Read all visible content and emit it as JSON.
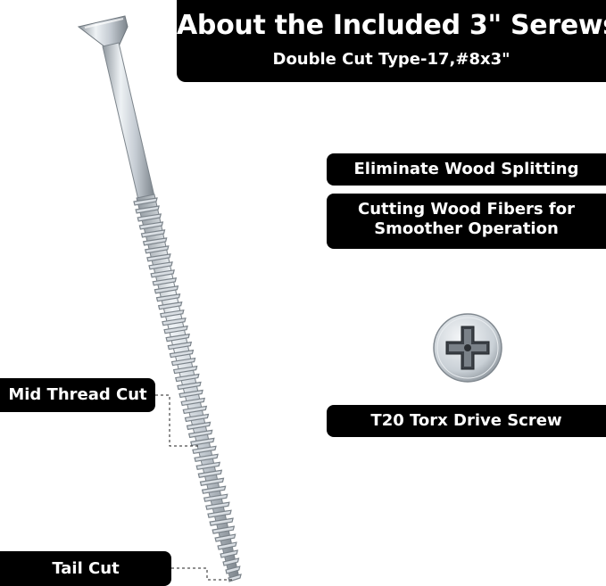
{
  "header": {
    "title": "About the Included 3\" Serews",
    "subtitle": "Double Cut Type-17,#8x3\""
  },
  "features": {
    "eliminate_splitting": "Eliminate Wood Splitting",
    "cutting_fibers": "Cutting Wood Fibers for Smoother Operation",
    "drive_type": "T20 Torx Drive Screw"
  },
  "callouts": {
    "mid_thread_cut": "Mid Thread Cut",
    "tail_cut": "Tail Cut"
  },
  "icons": {
    "screw": "screw-icon",
    "screw_head": "phillips-screw-head-icon"
  },
  "colors": {
    "label_background": "#000000",
    "label_text": "#ffffff",
    "metal": "#c8cfd6"
  }
}
